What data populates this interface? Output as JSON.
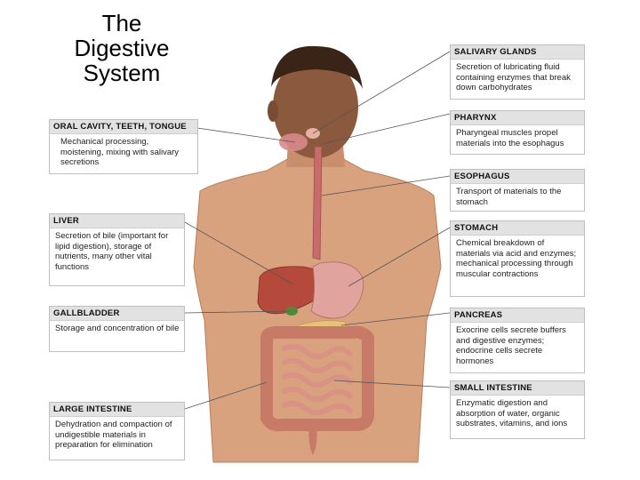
{
  "title": "The\nDigestive\nSystem",
  "labels": [
    {
      "id": "salivary-glands",
      "heading": "SALIVARY GLANDS",
      "text": "Secretion of lubricating fluid containing enzymes that break down carbohydrates"
    },
    {
      "id": "pharynx",
      "heading": "PHARYNX",
      "text": "Pharyngeal muscles propel materials into the esophagus"
    },
    {
      "id": "esophagus",
      "heading": "ESOPHAGUS",
      "text": "Transport of materials to the stomach"
    },
    {
      "id": "stomach",
      "heading": "STOMACH",
      "text": "Chemical breakdown of materials via acid and enzymes; mechanical processing through muscular contractions"
    },
    {
      "id": "pancreas",
      "heading": "PANCREAS",
      "text": "Exocrine cells secrete buffers and digestive enzymes; endocrine cells secrete hormones"
    },
    {
      "id": "small-intestine",
      "heading": "SMALL INTESTINE",
      "text": "Enzymatic digestion and absorption of water, organic substrates, vitamins, and ions"
    },
    {
      "id": "oral-cavity",
      "heading": "ORAL CAVITY, TEETH, TONGUE",
      "text": "Mechanical processing, moistening, mixing with salivary secretions"
    },
    {
      "id": "liver",
      "heading": "LIVER",
      "text": "Secretion of bile (important for lipid digestion), storage of nutrients, many other vital functions"
    },
    {
      "id": "gallbladder",
      "heading": "GALLBLADDER",
      "text": "Storage and concentration of bile"
    },
    {
      "id": "large-intestine",
      "heading": "LARGE INTESTINE",
      "text": "Dehydration and compaction of undigestible materials in preparation for elimination"
    }
  ]
}
